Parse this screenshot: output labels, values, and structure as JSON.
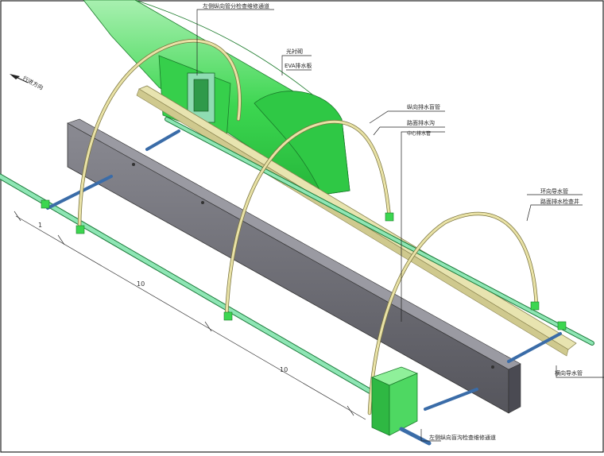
{
  "diagram": {
    "direction_label": "行进方向",
    "callouts": {
      "top_access": "左侧纵向管分检查维修通道",
      "lining_a": "光衬砌",
      "lining_b": "EVA排水板",
      "drain_longitudinal": "纵向排水盲管",
      "road_ditch": "路面排水沟",
      "center_drain": "中心排水管",
      "ring_drain": "环向导水管",
      "side_ditch_check": "路面排水检查井",
      "transverse_drain": "横向导水管",
      "bottom_access": "左侧纵向盲沟检查维修通道"
    },
    "dimensions": {
      "d1": "1",
      "d2": "10",
      "d3": "10"
    }
  },
  "colors": {
    "tunnel_green": "#3cd650",
    "pipe_green": "#7fe0a8",
    "ring_arch": "#e9e2a6",
    "beam_gray": "#6e6e76",
    "blue_pipe": "#3a6ca8"
  }
}
